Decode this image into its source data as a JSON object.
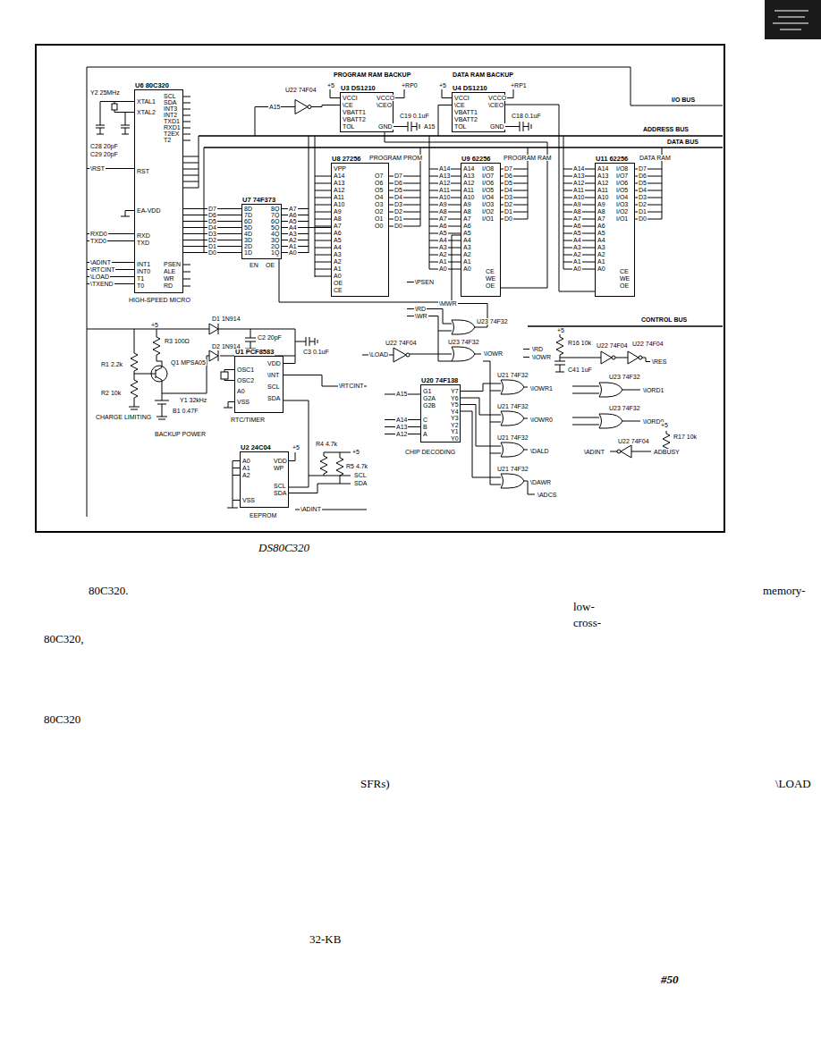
{
  "diagram": {
    "nodes": [
      {
        "text": [
          "U6 80C320"
        ]
      },
      {
        "text": [
          "U3 DS1210"
        ]
      },
      {
        "text": [
          "U4 DS1210"
        ]
      },
      {
        "text": [
          "U7 74F373"
        ]
      },
      {
        "text": [
          "U8 27256"
        ]
      },
      {
        "text": [
          "U9 62256"
        ]
      },
      {
        "text": [
          "U11 62256"
        ]
      },
      {
        "text": [
          "U1 PCF8583"
        ]
      },
      {
        "text": [
          "U2 24C04"
        ]
      },
      {
        "text": [
          "U20 74F138"
        ]
      }
    ],
    "edges": [
      {
        "from": 0,
        "to": 3,
        "arrow": "none"
      },
      {
        "from": 3,
        "to": 4,
        "arrow": "none"
      },
      {
        "from": 3,
        "to": 5,
        "arrow": "none"
      },
      {
        "from": 1,
        "to": 5,
        "arrow": "none"
      },
      {
        "from": 2,
        "to": 6,
        "arrow": "none"
      },
      {
        "from": 8,
        "to": 7,
        "arrow": "none"
      }
    ],
    "labels": [
      "PROGRAM RAM BACKUP",
      "DATA RAM BACKUP",
      "I/O BUS",
      "ADDRESS BUS",
      "DATA BUS",
      "CONTROL BUS",
      "HIGH-SPEED MICRO",
      "CHARGE LIMITING",
      "BACKUP POWER",
      "RTC/TIMER",
      "EEPROM",
      "CHIP DECODING",
      "PROGRAM PROM",
      "PROGRAM RAM",
      "DATA RAM",
      "XTAL1",
      "XTAL2",
      "RST",
      "EA-VDD",
      "RXD",
      "TXD",
      "INT1",
      "INT0",
      "T1",
      "T0",
      "SCL",
      "SDA",
      "INT3",
      "INT2",
      "TXD1",
      "RXD1",
      "T2EX",
      "T2",
      "PSEN",
      "ALE",
      "WR",
      "RD",
      "Y2 25MHz",
      "C28 20pF",
      "C29 20pF",
      "\\RST",
      "RXD0",
      "TXD0",
      "\\ADINT",
      "\\RTCINT",
      "\\LOAD",
      "\\TXEND",
      "D7",
      "D6",
      "D5",
      "D4",
      "D3",
      "D2",
      "D1",
      "D0",
      "8D",
      "7D",
      "6D",
      "5D",
      "4D",
      "3D",
      "2D",
      "1D",
      "8Q",
      "7Q",
      "6Q",
      "5Q",
      "4Q",
      "3Q",
      "2Q",
      "1Q",
      "EN",
      "OE",
      "A7",
      "A6",
      "A5",
      "A4",
      "A3",
      "A2",
      "A1",
      "A0",
      "U22 74F04",
      "A15",
      "A15",
      "+5",
      "+RP0",
      "+5",
      "+RP1",
      "VCCI",
      "\\CE",
      "VBATT1",
      "VBATT2",
      "TOL",
      "VCCO",
      "\\CEO",
      "GND",
      "VCCI",
      "\\CE",
      "VBATT1",
      "VBATT2",
      "TOL",
      "VCCO",
      "\\CEO",
      "GND",
      "C19 0.1uF",
      "C18 0.1uF",
      "VPP",
      "A14",
      "A13",
      "A12",
      "A11",
      "A10",
      "A9",
      "A8",
      "A7",
      "A6",
      "A5",
      "A4",
      "A3",
      "A2",
      "A1",
      "A0",
      "OE",
      "CE",
      "O7",
      "O6",
      "O5",
      "O4",
      "O3",
      "O2",
      "O1",
      "O0",
      "D7",
      "D6",
      "D5",
      "D4",
      "D3",
      "D2",
      "D1",
      "D0",
      "A14",
      "A13",
      "A12",
      "A11",
      "A10",
      "A9",
      "A8",
      "A7",
      "A6",
      "A5",
      "A4",
      "A3",
      "A2",
      "A1",
      "A0",
      "A14",
      "A13",
      "A12",
      "A11",
      "A10",
      "A9",
      "A8",
      "A7",
      "A6",
      "A5",
      "A4",
      "A3",
      "A2",
      "A1",
      "A0",
      "I/O8",
      "I/O7",
      "I/O6",
      "I/O5",
      "I/O4",
      "I/O3",
      "I/O2",
      "I/O1",
      "CE",
      "WE",
      "OE",
      "D7",
      "D6",
      "D5",
      "D4",
      "D3",
      "D2",
      "D1",
      "D0",
      "A14",
      "A13",
      "A12",
      "A11",
      "A10",
      "A9",
      "A8",
      "A7",
      "A6",
      "A5",
      "A4",
      "A3",
      "A2",
      "A1",
      "A0",
      "A14",
      "A13",
      "A12",
      "A11",
      "A10",
      "A9",
      "A8",
      "A7",
      "A6",
      "A5",
      "A4",
      "A3",
      "A2",
      "A1",
      "A0",
      "I/O8",
      "I/O7",
      "I/O6",
      "I/O5",
      "I/O4",
      "I/O3",
      "I/O2",
      "I/O1",
      "CE",
      "WE",
      "OE",
      "D7",
      "D6",
      "D5",
      "D4",
      "D3",
      "D2",
      "D1",
      "D0",
      "\\PSEN",
      "\\MWR",
      "\\RD",
      "\\WR",
      "+5",
      "R3 100Ω",
      "R1 2.2k",
      "R2 10k",
      "Q1 MPSA05",
      "D1 1N914",
      "D2 1N914",
      "C2 20pF",
      "C3 0.1uF",
      "Y1 32kHz",
      "B1 0.47F",
      "OSC1",
      "OSC2",
      "A0",
      "VSS",
      "VDD",
      "\\INT",
      "SCL",
      "SDA",
      "A0",
      "A1",
      "A2",
      "VSS",
      "VDD",
      "WP",
      "SCL",
      "SDA",
      "+5",
      "R4 4.7k",
      "R5 4.7k",
      "+5",
      "SCL",
      "SDA",
      "\\ADINT",
      "\\RTCINT",
      "\\LOAD",
      "U22 74F04",
      "U23 74F32",
      "U23 74F32",
      "\\IOWR",
      "A15",
      "A14",
      "A13",
      "A12",
      "G1",
      "G2A",
      "G2B",
      "C",
      "B",
      "A",
      "Y7",
      "Y6",
      "Y5",
      "Y4",
      "Y3",
      "Y2",
      "Y1",
      "Y0",
      "U21 74F32",
      "U21 74F32",
      "U21 74F32",
      "U21 74F32",
      "\\IOWR1",
      "\\IOWR0",
      "\\DALD",
      "\\DAWR",
      "\\ADCS",
      "+5",
      "R16 10k",
      "\\RD",
      "\\IOWR",
      "C41 1uF",
      "U22 74F04",
      "U22 74F04",
      "\\RES",
      "U23 74F32",
      "\\IORD1",
      "U23 74F32",
      "\\IORD0",
      "U22 74F04",
      "\\ADINT",
      "ADBUSY",
      "+5",
      "R17 10k",
      "DS80C320",
      "80C320.",
      "memory-",
      "low-",
      "cross-",
      "80C320,",
      "80C320",
      "SFRs)",
      "\\LOAD",
      "32-KB",
      "#50"
    ]
  }
}
